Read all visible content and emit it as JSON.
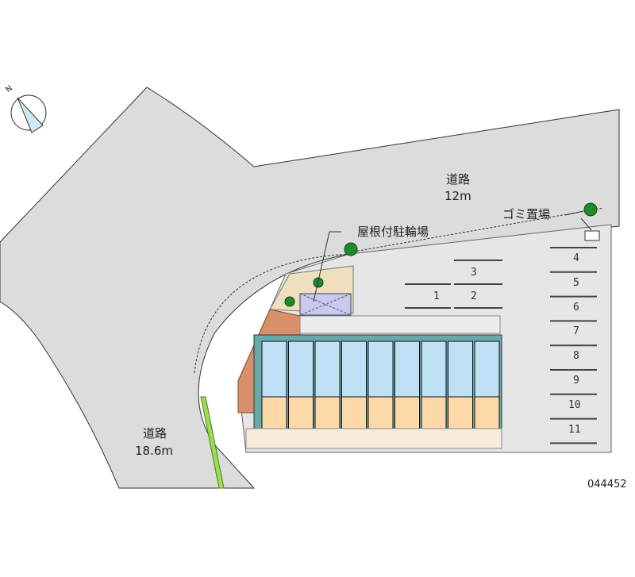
{
  "roads": [
    {
      "name": "道路",
      "width": "12m"
    },
    {
      "name": "道路",
      "width": "18.6m"
    }
  ],
  "labels": {
    "bicycle_parking": "屋根付駐輪場",
    "garbage": "ゴミ置場"
  },
  "parking_spaces": [
    "1",
    "2",
    "3",
    "4",
    "5",
    "6",
    "7",
    "8",
    "9",
    "10",
    "11"
  ],
  "map_id": "044452",
  "compass": "N",
  "colors": {
    "road": "#dcdcdc",
    "parking": "#e4e4e4",
    "unit_upper": "#bfe0f5",
    "unit_lower": "#fdd9a8",
    "tree": "#1f8a2a",
    "strip": "#9bdc52"
  }
}
